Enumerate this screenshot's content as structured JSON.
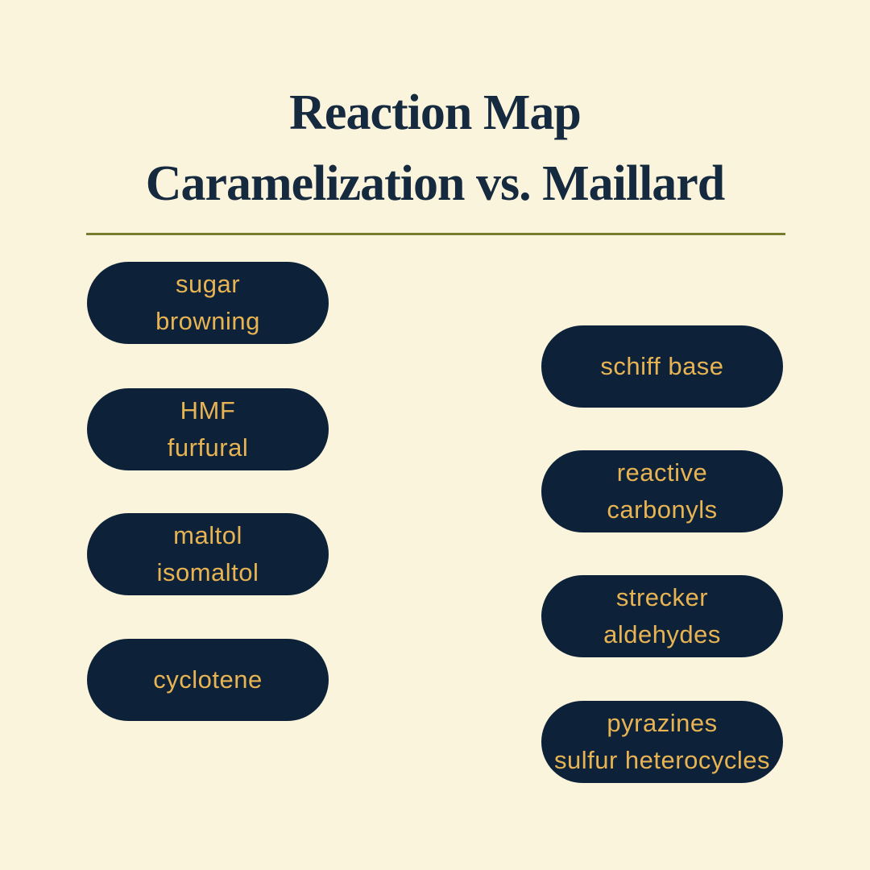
{
  "colors": {
    "background": "#faf4dc",
    "navy": "#0d2239",
    "gold": "#e7b353",
    "title": "#15293f",
    "divider": "#777b2e"
  },
  "title": {
    "line1": "Reaction Map",
    "line2": "Caramelization vs. Maillard"
  },
  "pills": {
    "left": [
      {
        "lines": [
          "sugar",
          "browning"
        ]
      },
      {
        "lines": [
          "HMF",
          "furfural"
        ]
      },
      {
        "lines": [
          "maltol",
          "isomaltol"
        ]
      },
      {
        "lines": [
          "cyclotene"
        ]
      }
    ],
    "right": [
      {
        "lines": [
          "schiff base"
        ]
      },
      {
        "lines": [
          "reactive",
          "carbonyls"
        ]
      },
      {
        "lines": [
          "strecker",
          "aldehydes"
        ]
      },
      {
        "lines": [
          "pyrazines",
          "sulfur heterocycles"
        ]
      }
    ]
  }
}
